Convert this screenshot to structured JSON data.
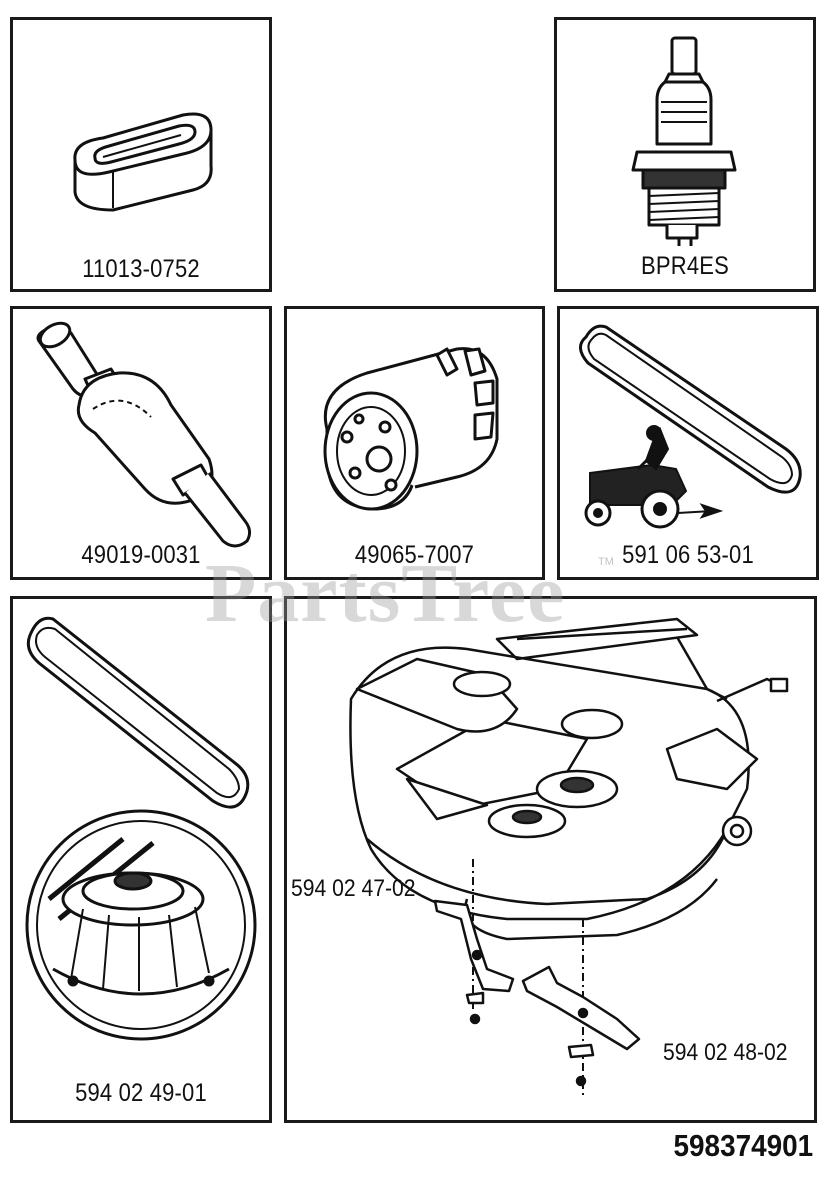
{
  "panels": [
    {
      "label": "11013-0752",
      "icon": "oil-filter-foam-element"
    },
    {
      "label": "BPR4ES",
      "icon": "spark-plug"
    },
    {
      "label": "49019-0031",
      "icon": "inline-fuel-filter"
    },
    {
      "label": "49065-7007",
      "icon": "oil-filter"
    },
    {
      "label": "591 06 53-01",
      "icon": "drive-belt-with-tractor"
    },
    {
      "label": "594 02 49-01",
      "icon": "deck-belt-and-spindle"
    },
    {
      "label": "",
      "icon": "mower-deck-assembly"
    }
  ],
  "deck_labels": {
    "left_blade": "594 02 47-02",
    "right_blade": "594 02 48-02"
  },
  "watermark": "PartsTree",
  "trademark": "TM",
  "document_number": "598374901"
}
